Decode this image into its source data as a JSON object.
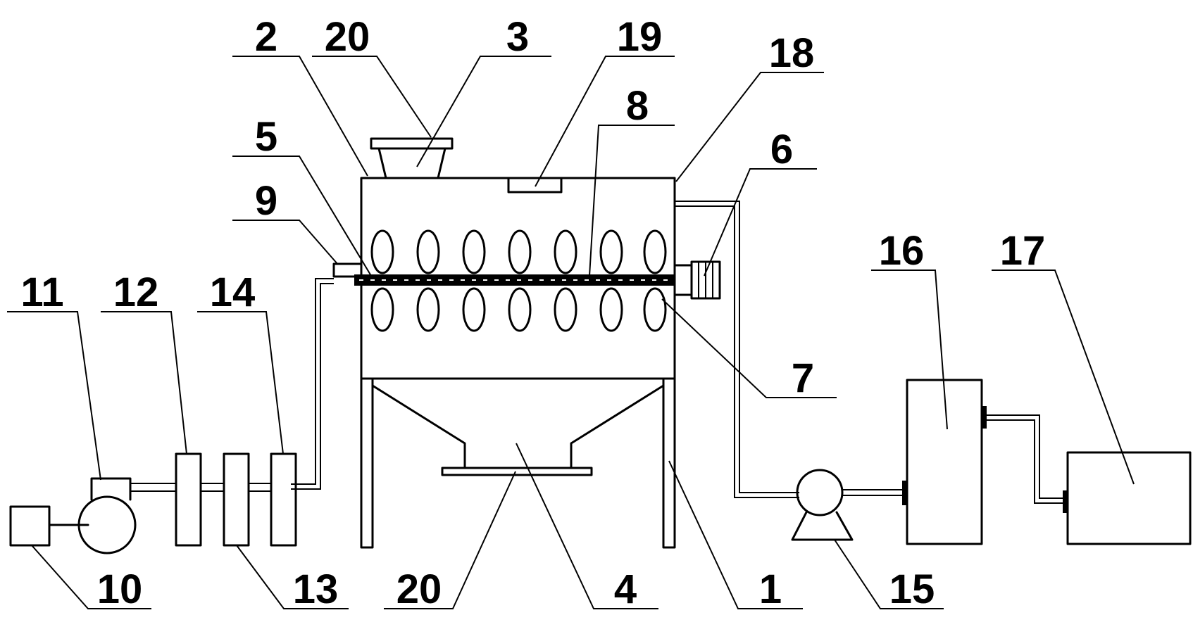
{
  "labels": {
    "n1": "1",
    "n2": "2",
    "n3": "3",
    "n4": "4",
    "n5": "5",
    "n6": "6",
    "n7": "7",
    "n8": "8",
    "n9": "9",
    "n10": "10",
    "n11": "11",
    "n12": "12",
    "n13": "13",
    "n14": "14",
    "n15": "15",
    "n16": "16",
    "n17": "17",
    "n18": "18",
    "n19": "19",
    "n20_top": "20",
    "n20_bottom": "20"
  }
}
